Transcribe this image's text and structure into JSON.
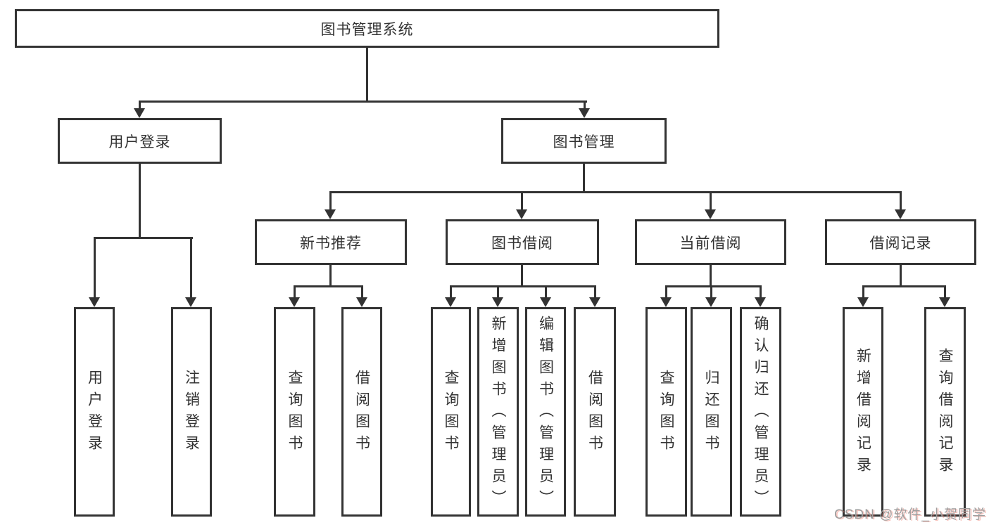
{
  "nodes": {
    "root": {
      "label": "图书管理系统"
    },
    "level2": [
      {
        "label": "用户登录"
      },
      {
        "label": "图书管理"
      }
    ],
    "level3": [
      {
        "label": "新书推荐"
      },
      {
        "label": "图书借阅"
      },
      {
        "label": "当前借阅"
      },
      {
        "label": "借阅记录"
      }
    ],
    "leaves": {
      "user_login": [
        {
          "label": "用户登录"
        },
        {
          "label": "注销登录"
        }
      ],
      "new_books": [
        {
          "label": "查询图书"
        },
        {
          "label": "借阅图书"
        }
      ],
      "book_borrow": [
        {
          "label": "查询图书"
        },
        {
          "label": "新增图书（管理员）"
        },
        {
          "label": "编辑图书（管理员）"
        },
        {
          "label": "借阅图书"
        }
      ],
      "current_borrow": [
        {
          "label": "查询图书"
        },
        {
          "label": "归还图书"
        },
        {
          "label": "确认归还（管理员）"
        }
      ],
      "borrow_records": [
        {
          "label": "新增借阅记录"
        },
        {
          "label": "查询借阅记录"
        }
      ]
    }
  },
  "watermark": {
    "text": "CSDN @软件_小贺同学"
  },
  "colors": {
    "line": "#333333",
    "border": "#333333",
    "text": "#333333",
    "background": "#ffffff",
    "watermark": "#9e9e9e",
    "watermark_shadow": "#ed6a5a"
  }
}
